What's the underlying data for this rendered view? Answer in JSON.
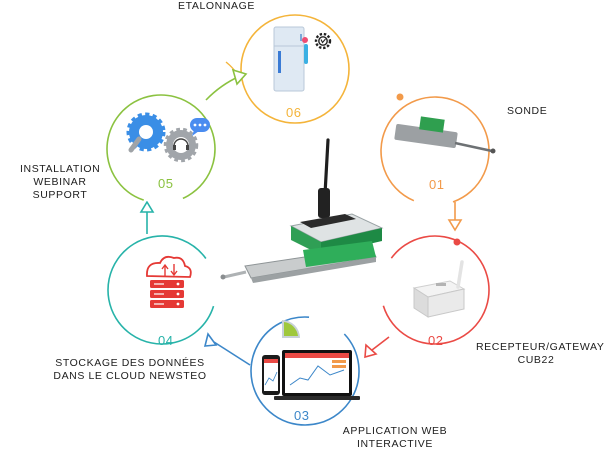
{
  "steps": [
    {
      "number": "06",
      "label": "ETALONNAGE",
      "color": "#f4b43a"
    },
    {
      "number": "01",
      "label": "SONDE",
      "color": "#f29a4a"
    },
    {
      "number": "02",
      "label": "RECEPTEUR/GATEWAY\nCUB22",
      "color": "#ea4a45"
    },
    {
      "number": "03",
      "label": "APPLICATION WEB\nINTERACTIVE",
      "color": "#3c87c9"
    },
    {
      "number": "04",
      "label": "STOCKAGE DES DONNÉES\nDANS LE CLOUD NEWSTEO",
      "color": "#27b3a9"
    },
    {
      "number": "05",
      "label": "INSTALLATION\nWEBINAR\nSUPPORT",
      "color": "#8bc240"
    }
  ],
  "icons": {
    "step06": "calibration-fridge-icon",
    "step01": "linear-sensor-icon",
    "step02": "gateway-box-icon",
    "step03": "web-app-devices-icon",
    "step04": "cloud-server-icon",
    "step05": "gears-support-icon",
    "center": "wireless-sensor-product-icon"
  }
}
